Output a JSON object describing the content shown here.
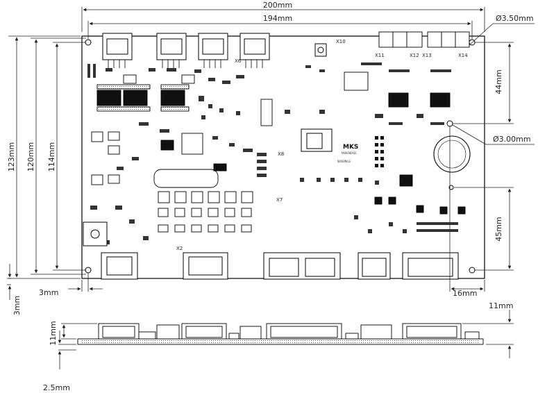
{
  "drawing": {
    "top_view": {
      "overall_width": "200mm",
      "hole_span_width": "194mm",
      "mount_hole_diameter": "Ø3.50mm",
      "small_hole_diameter": "Ø3.00mm",
      "overall_height": "123mm",
      "hole_span_height_a": "120mm",
      "hole_span_height_b": "114mm",
      "right_top_offset": "44mm",
      "right_bottom_offset": "45mm",
      "left_offset": "3mm",
      "right_offset": "16mm",
      "bottom_offset": "3mm"
    },
    "board_text": {
      "x_label": "X7",
      "x2_label": "X2",
      "x6_label": "X6",
      "x8_label": "X8",
      "x10_label": "X10",
      "x11_label": "X11",
      "x12_label": "X12",
      "x13_label": "X13",
      "x14_label": "X14",
      "brand_logo_text": "MKS",
      "brand_sub": "MAKERBASE",
      "model_text": "NOVEMBLE"
    },
    "side_view": {
      "height": "11mm",
      "right_height": "11mm",
      "board_thickness": "2.5mm"
    }
  }
}
